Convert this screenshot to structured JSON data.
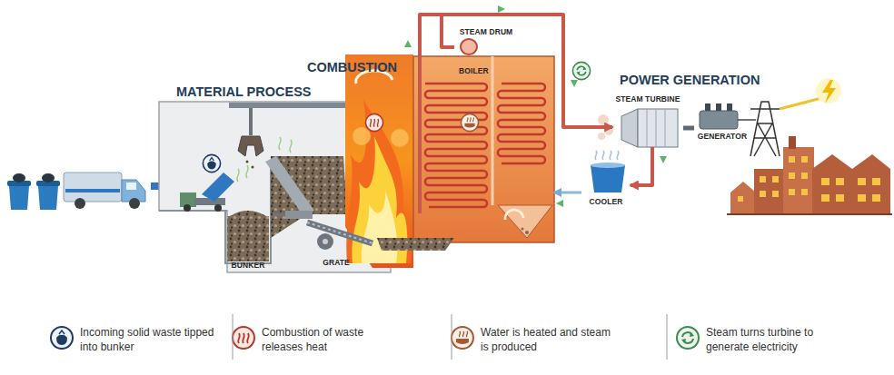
{
  "diagram": {
    "nodes": [
      {
        "text": [
          "BUNKER"
        ]
      },
      {
        "text": [
          "GRATE"
        ]
      },
      {
        "text": [
          "STEAM DRUM"
        ]
      },
      {
        "text": [
          "BOILER"
        ]
      },
      {
        "text": [
          "STEAM TURBINE"
        ]
      },
      {
        "text": [
          "GENERATOR"
        ]
      },
      {
        "text": [
          "COOLER"
        ]
      }
    ],
    "edges": [
      {
        "from": 2,
        "to": 4,
        "arrow": "to"
      },
      {
        "from": 4,
        "to": 6,
        "arrow": "to"
      },
      {
        "from": 6,
        "to": 3,
        "arrow": "to"
      },
      {
        "from": 4,
        "to": 5,
        "arrow": "none"
      }
    ],
    "labels": [
      "MATERIAL PROCESS",
      "COMBUSTION",
      "POWER GENERATION"
    ],
    "legend": [
      {
        "text": "Incoming solid waste tipped into bunker"
      },
      {
        "text": "Combustion of waste releases heat"
      },
      {
        "text": "Water is heated and steam is produced"
      },
      {
        "text": "Steam turns turbine to generate electricity"
      }
    ]
  }
}
